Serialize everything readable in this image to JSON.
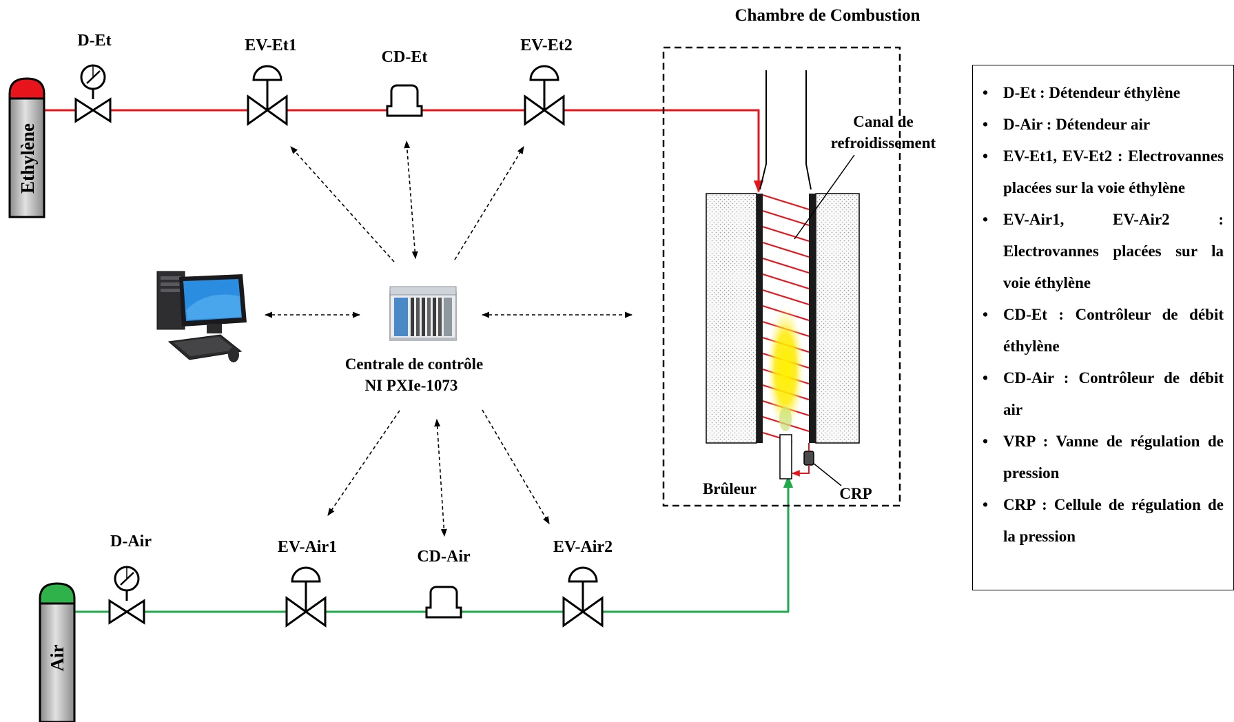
{
  "title": "Chambre de Combustion",
  "tanks": {
    "ethylene": "Ethylène",
    "air": "Air"
  },
  "ethylene_line": {
    "regulator": "D-Et",
    "valve1": "EV-Et1",
    "flow_controller": "CD-Et",
    "valve2": "EV-Et2"
  },
  "air_line": {
    "regulator": "D-Air",
    "valve1": "EV-Air1",
    "flow_controller": "CD-Air",
    "valve2": "EV-Air2"
  },
  "controller": {
    "line1": "Centrale de contrôle",
    "line2": "NI PXIe-1073"
  },
  "chamber": {
    "cooling_channel_line1": "Canal de",
    "cooling_channel_line2": "refroidissement",
    "burner": "Brûleur",
    "pressure_cell": "CRP"
  },
  "legend": [
    "D-Et : Détendeur éthylène",
    "D-Air : Détendeur air",
    "EV-Et1, EV-Et2 : Electrovannes placées sur la voie éthylène",
    "EV-Air1, EV-Air2 : Electrovannes placées sur la voie éthylène",
    "CD-Et : Contrôleur de débit éthylène",
    "CD-Air : Contrôleur de débit air",
    "VRP : Vanne de régulation de pression",
    "CRP : Cellule de régulation de la pression"
  ],
  "colors": {
    "ethylene_line": "#e8141b",
    "air_line": "#1faa4a",
    "ethylene_cap": "#e8141b",
    "air_cap": "#2fb24a",
    "flame": "#f7e600"
  }
}
